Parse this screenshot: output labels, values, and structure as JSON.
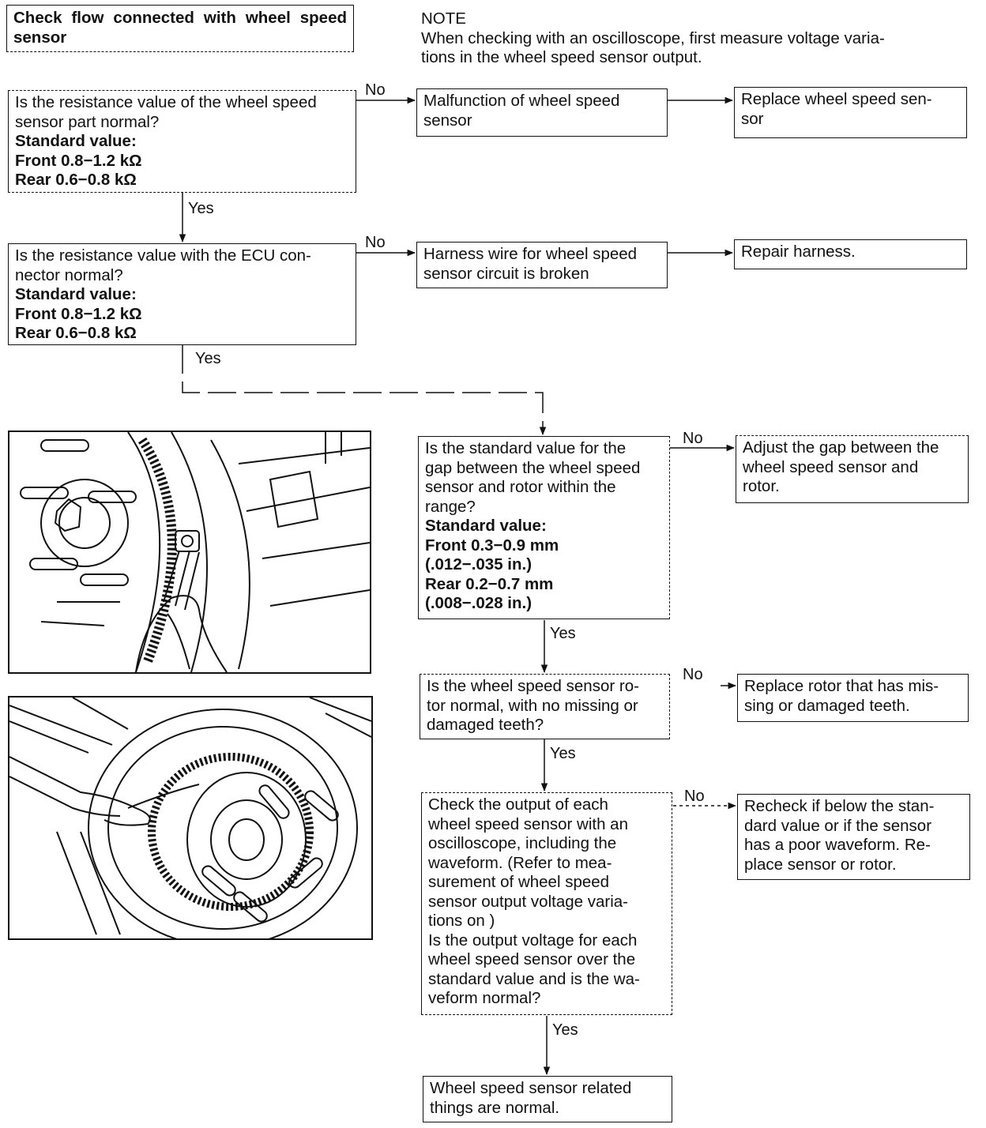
{
  "title_box": "Check flow connected with wheel speed sensor",
  "note": {
    "heading": "NOTE",
    "line1": "When checking with an oscilloscope, first measure voltage varia-",
    "line2": "tions in the wheel speed sensor output."
  },
  "labels": {
    "no": "No",
    "yes": "Yes"
  },
  "q1": {
    "line1": "Is the resistance value of the wheel speed",
    "line2": "sensor part normal?",
    "std": "Standard value:",
    "front": "Front 0.8−1.2 kΩ",
    "rear": "Rear 0.6−0.8 kΩ"
  },
  "r1": {
    "line1": "Malfunction of wheel speed",
    "line2": "sensor"
  },
  "a1": {
    "line1": "Replace wheel speed sen-",
    "line2": "sor"
  },
  "q2": {
    "line1": "Is the resistance value with the ECU con-",
    "line2": "nector normal?",
    "std": "Standard value:",
    "front": "Front 0.8−1.2 kΩ",
    "rear": "Rear 0.6−0.8 kΩ"
  },
  "r2": {
    "line1": "Harness wire for wheel speed",
    "line2": "sensor circuit is broken"
  },
  "a2": {
    "line1": "Repair harness."
  },
  "q3": {
    "line1": "Is the standard value for the",
    "line2": "gap between the wheel speed",
    "line3": "sensor and rotor within the",
    "line4": "range?",
    "std": "Standard value:",
    "front": "Front 0.3−0.9 mm",
    "front_in": "(.012−.035 in.)",
    "rear": "Rear 0.2−0.7 mm",
    "rear_in": "(.008−.028 in.)"
  },
  "a3": {
    "line1": "Adjust the gap between the",
    "line2": "wheel speed sensor and",
    "line3": "rotor."
  },
  "q4": {
    "line1": "Is the wheel speed sensor ro-",
    "line2": "tor normal, with no missing or",
    "line3": "damaged teeth?"
  },
  "a4": {
    "line1": "Replace rotor that has mis-",
    "line2": "sing or damaged teeth."
  },
  "q5": {
    "line1": "Check the output of each",
    "line2": "wheel speed sensor with an",
    "line3": "oscilloscope, including the",
    "line4": "waveform. (Refer to mea-",
    "line5": "surement of wheel speed",
    "line6": "sensor output voltage varia-",
    "line7": "tions on )",
    "line8": "Is the output voltage for each",
    "line9": "wheel speed sensor over the",
    "line10": "standard value and is the wa-",
    "line11": "veform normal?"
  },
  "a5": {
    "line1": "Recheck if below the stan-",
    "line2": "dard value or if the sensor",
    "line3": "has a poor waveform. Re-",
    "line4": "place sensor or rotor."
  },
  "final": {
    "line1": "Wheel speed sensor related",
    "line2": "things are normal."
  },
  "figures": {
    "top": "wheel-speed-sensor-gap-measurement-illustration",
    "bottom": "rotor-teeth-inspection-illustration"
  }
}
